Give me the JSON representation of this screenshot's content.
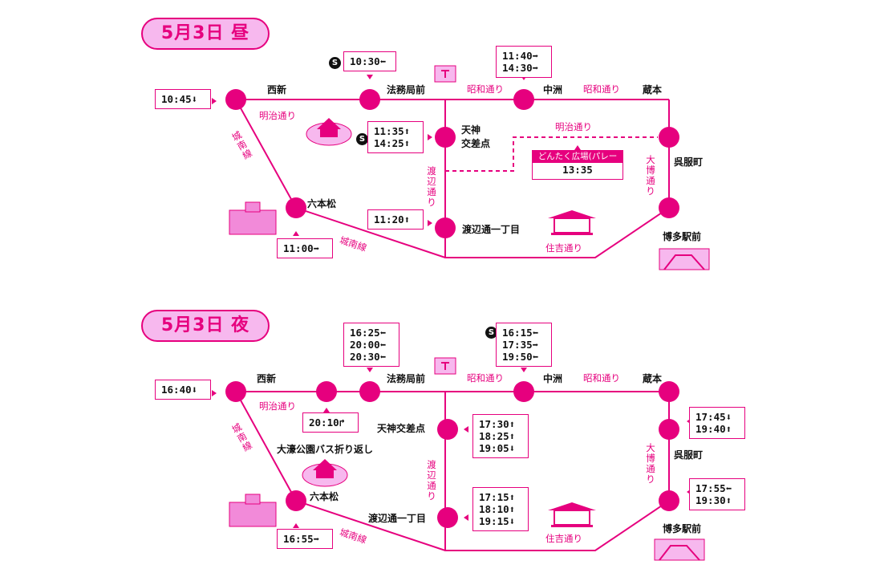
{
  "colors": {
    "accent": "#e6007e",
    "pill_bg": "#f7b8ee",
    "text": "#111111"
  },
  "day": {
    "title": "5月3日 昼",
    "stations": {
      "nishijin": "西新",
      "houmukyoku": "法務局前",
      "nakasu": "中洲",
      "kuramoto": "蔵本",
      "tenjin": "天神\n交差点",
      "gofukumachi": "呉服町",
      "ropponmatsu": "六本松",
      "watanabe": "渡辺通一丁目",
      "hakata": "博多駅前"
    },
    "roads": {
      "meiji_top": "明治通り",
      "showa_1": "昭和通り",
      "showa_2": "昭和通り",
      "meiji_right": "明治通り",
      "jonan_v": "城南線",
      "jonan_h": "城南線",
      "watanabe_v": "渡辺通り",
      "daihaku_v": "大博通り",
      "sumiyoshi": "住吉通り"
    },
    "times": {
      "nishijin": [
        "10:45⬇"
      ],
      "houmukyoku": [
        "10:30⬅"
      ],
      "nakasu": [
        "11:40➡",
        "14:30➡"
      ],
      "tenjin": [
        "11:35⬆",
        "14:25⬆"
      ],
      "watanabe": [
        "11:20⬆"
      ],
      "ropponmatsu": [
        "11:00➡"
      ]
    },
    "parade": {
      "label": "どんたく広場(パレード)",
      "time": "13:35"
    },
    "s_badge": "S"
  },
  "night": {
    "title": "5月3日 夜",
    "stations": {
      "nishijin": "西新",
      "houmukyoku": "法務局前",
      "nakasu": "中洲",
      "kuramoto": "蔵本",
      "tenjin": "天神交差点",
      "gofukumachi": "呉服町",
      "ropponmatsu": "六本松",
      "watanabe": "渡辺通一丁目",
      "hakata": "博多駅前",
      "ohori": "大濠公園バス折り返し"
    },
    "roads": {
      "meiji_top": "明治通り",
      "showa_1": "昭和通り",
      "showa_2": "昭和通り",
      "jonan_v": "城南線",
      "jonan_h": "城南線",
      "watanabe_v": "渡辺通り",
      "daihaku_v": "大博通り",
      "sumiyoshi": "住吉通り"
    },
    "times": {
      "nishijin": [
        "16:40⬇"
      ],
      "houmukyoku": [
        "16:25⬅",
        "20:00⬅",
        "20:30⬅"
      ],
      "nakasu": [
        "16:15⬅",
        "17:35➡",
        "19:50⬅"
      ],
      "ohori": [
        "20:10↱"
      ],
      "tenjin": [
        "17:30⬆",
        "18:25⬆",
        "19:05⬇"
      ],
      "watanabe": [
        "17:15⬆",
        "18:10⬆",
        "19:15⬇"
      ],
      "gofukumachi": [
        "17:45⬇",
        "19:40⬆"
      ],
      "hakata": [
        "17:55⬅",
        "19:30⬆"
      ],
      "ropponmatsu": [
        "16:55➡"
      ]
    },
    "s_badge": "S"
  }
}
